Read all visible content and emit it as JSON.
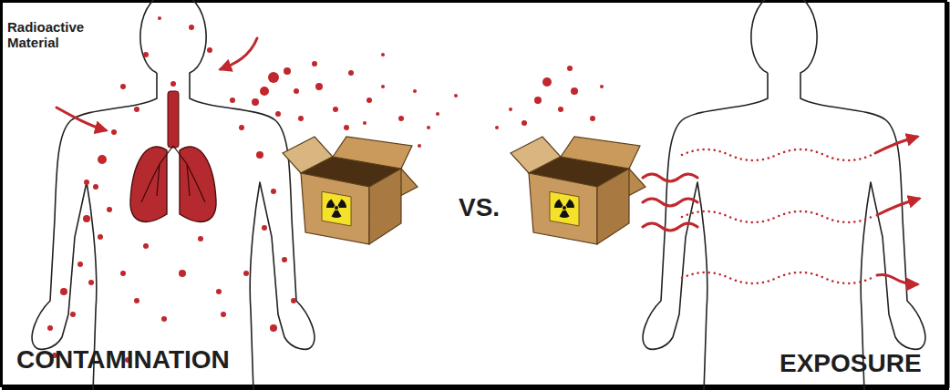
{
  "diagram": {
    "labels": [
      "Radioactive Material",
      "VS.",
      "CONTAMINATION",
      "EXPOSURE"
    ]
  }
}
